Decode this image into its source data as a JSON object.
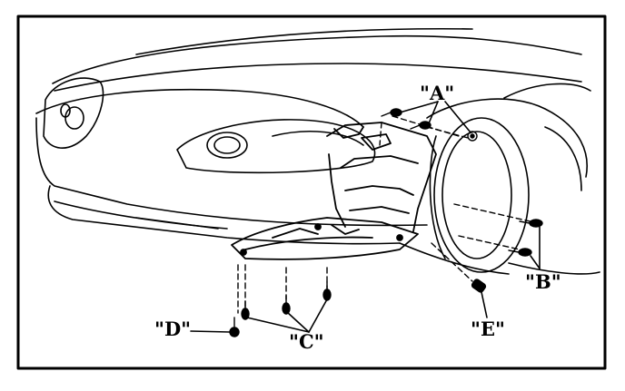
{
  "diagram": {
    "callouts": {
      "a": "\"A\"",
      "b": "\"B\"",
      "c": "\"C\"",
      "d": "\"D\"",
      "e": "\"E\""
    },
    "colors": {
      "ink": "#000000",
      "paper": "#ffffff"
    }
  }
}
